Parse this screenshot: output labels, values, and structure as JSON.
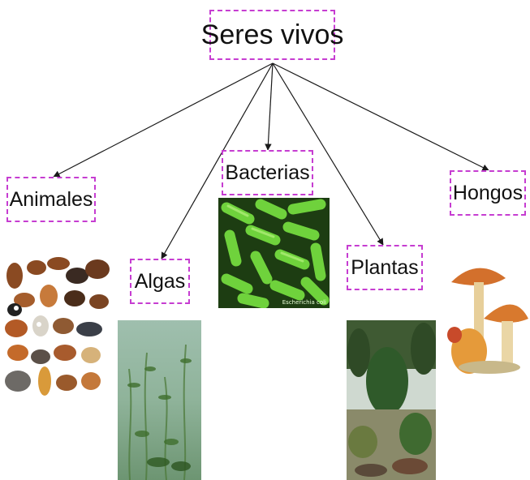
{
  "diagram": {
    "root": {
      "label": "Seres vivos"
    },
    "children": [
      {
        "id": "animales",
        "label": "Animales",
        "image": "animals-collage"
      },
      {
        "id": "algas",
        "label": "Algas",
        "image": "underwater-algae-photo"
      },
      {
        "id": "bacterias",
        "label": "Bacterias",
        "image": "green-bacteria-micrograph"
      },
      {
        "id": "plantas",
        "label": "Plantas",
        "image": "forest-plants-photo"
      },
      {
        "id": "hongos",
        "label": "Hongos",
        "image": "mushrooms-illustration"
      }
    ],
    "photo_credit": "Escherichia coli"
  },
  "colors": {
    "node_border": "#c63dd1",
    "edge": "#1a1a1a",
    "bacteria_green": "#6fd23c"
  }
}
